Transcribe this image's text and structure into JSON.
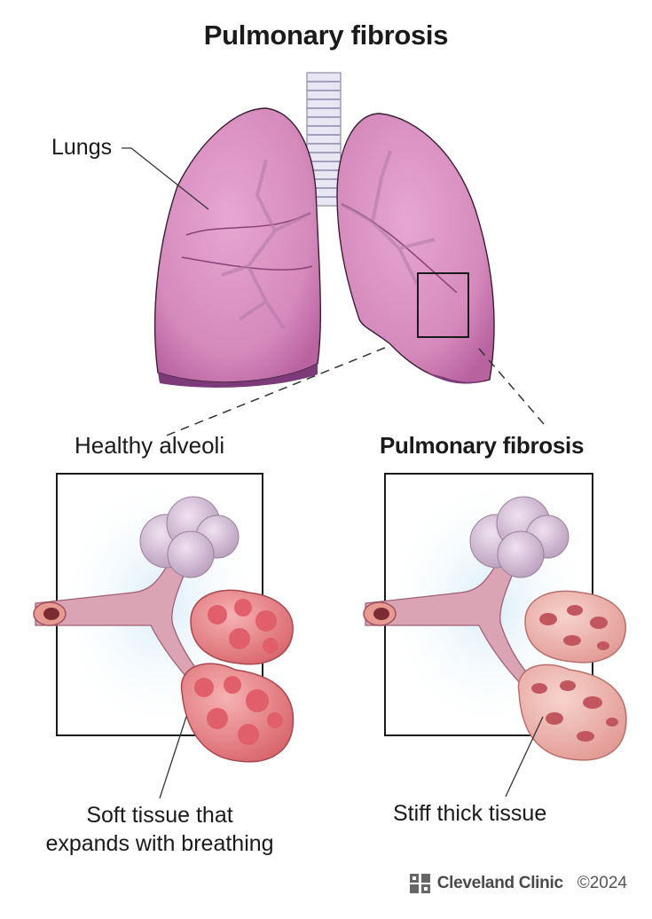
{
  "title": "Pulmonary fibrosis",
  "labels": {
    "lungs": "Lungs",
    "healthy": "Healthy alveoli",
    "fibrosis": "Pulmonary fibrosis"
  },
  "captions": {
    "healthy_line1": "Soft tissue that",
    "healthy_line2": "expands with breathing",
    "fibrosis": "Stiff thick tissue"
  },
  "footer": {
    "brand": "Cleveland Clinic",
    "copyright": "©2024"
  },
  "colors": {
    "lung": "#d98fbf",
    "lung_dark": "#9c4c86",
    "alveoli_healthy": "#e98a8e",
    "alveoli_fibrosis": "#efb6b0",
    "alveoli_sac": "#cdb3cf",
    "bronchiole": "#d9a6b6"
  }
}
